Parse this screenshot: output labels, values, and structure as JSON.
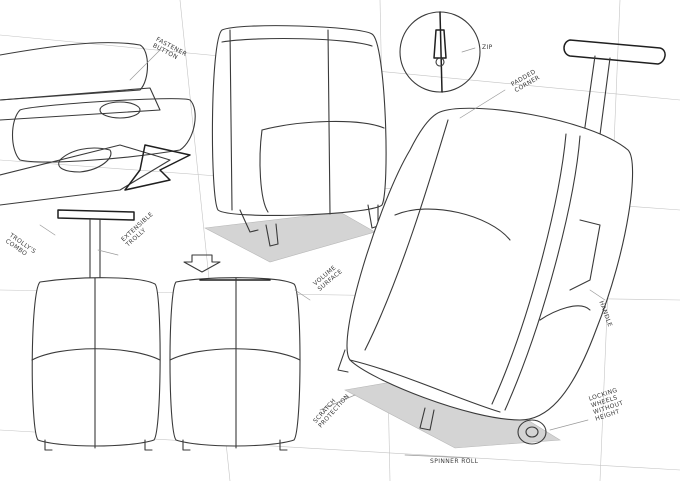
{
  "labels": {
    "fastener_button": "FASTENER\nBUTTON",
    "zip": "ZIP",
    "padded_corner": "PADDED\nCORNER",
    "trolly_combo": "TROLLY'S\nCOMBO",
    "extensible_trolly": "EXTENSIBLE\nTROLLY",
    "volume_surface": "VOLUME\nSURFACE",
    "handle": "HANDLE",
    "scratch_protection": "SCRATCH\nPROTECTION",
    "looking_wheels": "LOCKING\nWHEELS\nWITHOUT\nHEIGHT",
    "ground_label": "SPINNER ROLL"
  },
  "colors": {
    "line": "#3a3a3a",
    "shadow": "#d4d4d4",
    "paper": "#ffffff"
  }
}
